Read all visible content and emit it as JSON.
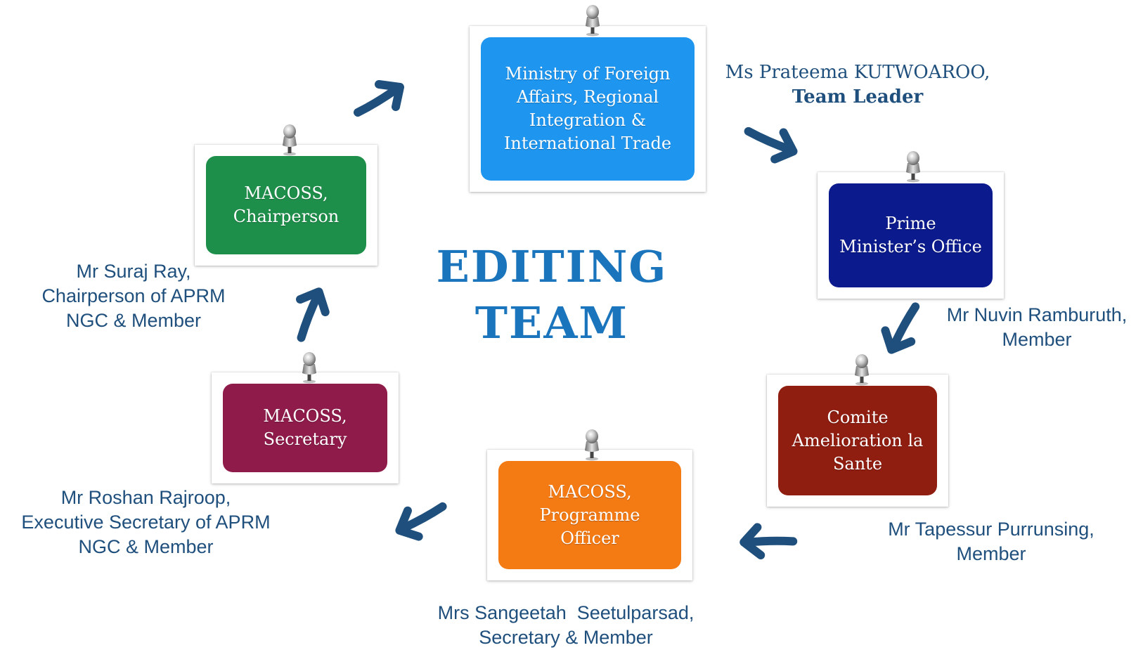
{
  "title": {
    "line1": "EDITING",
    "line2": "TEAM"
  },
  "colors": {
    "text_blue": "#1f4f7c",
    "title_blue": "#1b75bc",
    "arrow_blue": "#1f4f7c",
    "ministry": "#1e96f0",
    "pmo": "#0b1a8c",
    "health": "#8f1d10",
    "programme": "#f47a14",
    "secretary": "#8f1b4a",
    "chairperson": "#1e8f4a"
  },
  "cards": {
    "ministry": "Ministry of Foreign\nAffairs, Regional\nIntegration &\nInternational Trade",
    "pmo": "Prime\nMinister’s Office",
    "health": "Comite\nAmelioration la\nSante",
    "programme": "MACOSS,\nProgramme\nOfficer",
    "secretary": "MACOSS,\nSecretary",
    "chairperson": "MACOSS,\nChairperson"
  },
  "people": {
    "leader": {
      "name": "Ms Prateema KUTWOAROO,",
      "role": "Team Leader"
    },
    "nuvin": {
      "line1": "Mr Nuvin Ramburuth,",
      "line2": "Member"
    },
    "tapessur": {
      "line1": "Mr Tapessur Purrunsing,",
      "line2": "Member"
    },
    "sangeetah": {
      "line1": "Mrs Sangeetah  Seetulparsad,",
      "line2": "Secretary & Member"
    },
    "roshan": {
      "line1": "Mr Roshan Rajroop,",
      "line2": "Executive Secretary of APRM",
      "line3": "NGC & Member"
    },
    "suraj": {
      "line1": "Mr Suraj Ray,",
      "line2": "Chairperson of APRM",
      "line3": "NGC & Member"
    }
  },
  "icons": {
    "pin": "push-pin-icon",
    "arrow": "curved-arrow-icon"
  }
}
